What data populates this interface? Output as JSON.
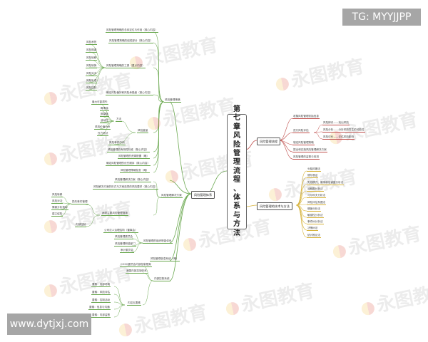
{
  "top_badge": "TG: MYYJJPP",
  "bottom_badge": "www.dytjxj.com",
  "watermark": "永图教育",
  "colors": {
    "green": "#6aa84f",
    "red": "#c0504d",
    "yellow": "#d6b23a",
    "badge": "#a6a6a6"
  },
  "center": {
    "chars": [
      "第",
      "七",
      "章",
      "风",
      "险",
      "管",
      "理",
      "流",
      "程",
      "、",
      "体",
      "系",
      "与",
      "方",
      "法"
    ]
  },
  "right": {
    "process": {
      "label": "风险管理流程",
      "items": [
        "收集风险管理初始信息",
        "进行风险评估",
        "制定风险管理策略",
        "提出和实施风险管理解决方案",
        "风险管理的监督与改进"
      ],
      "assessment_items": [
        "风险辨识——找出风险",
        "风险分析——分析风险发生的可能性",
        "风险评价——评估风险影响"
      ]
    },
    "methods": {
      "label": "风险管理的技术与方法",
      "items": [
        "头脑风暴法",
        "德尔菲法",
        "失效模式、影响和危害度分析法",
        "流程图分析法",
        "马尔科夫分析法",
        "风险评估系图法",
        "情景分析法",
        "敏感性分析法",
        "事件树分析法",
        "决策树法",
        "统计推论法"
      ]
    }
  },
  "left": {
    "system": {
      "label": "风险管理体系"
    },
    "strategy": {
      "label": "风险管理策略",
      "items": [
        "风险管理策略的总体定位与作用（核心内容）",
        "风险管理策略的组成部分（核心内容）",
        "风险管理策略的工具（重点内容）",
        "确定风险偏好和风险承受度（核心内容）",
        "风险度量",
        "风险管理的有效性标准（核心内容）",
        "风险管理的资源配置（略）",
        "确定风险管理的优先顺序（核心内容）",
        "风险管理策略检查（略）"
      ],
      "tools": [
        "风险承担",
        "风险规避",
        "风险转移",
        "风险转换",
        "风险对冲",
        "风险补偿",
        "风险控制"
      ],
      "measure_methods": [
        "最大可能损失",
        "概率值",
        "期望值",
        "波动性",
        "风险价值VaR",
        "压力测试",
        "风险事件中间"
      ]
    },
    "solution": {
      "label": "风险管理解决方案",
      "items": [
        "风险管理解决方案（核心内容）",
        "风险解决方案的形式与方案选择的风险要求（核心内容）",
        "两类主要风险管理措施"
      ],
      "sub": [
        "损失事件管理",
        "风险转移",
        "风险对冲",
        "情景分析指标",
        "建立保险"
      ],
      "internal": "内部控制"
    },
    "org": {
      "label": "风险管理的组织职能体系",
      "items": [
        "公司法人治理结构（董事会）",
        "风险管理委员会",
        "风险管理职能部门",
        "审计委员会"
      ]
    },
    "info": {
      "label": "风险管理信息系统（略）"
    },
    "control": {
      "label": "内部控制系统",
      "items": [
        "COSO委员会内部控制框架",
        "我国内部控制体系"
      ],
      "elements_label": "内控五要素",
      "elements": [
        "要素：内部环境",
        "要素：风险评估",
        "要素：控制活动",
        "要素：信息与沟通",
        "要素：内部监督"
      ]
    }
  }
}
